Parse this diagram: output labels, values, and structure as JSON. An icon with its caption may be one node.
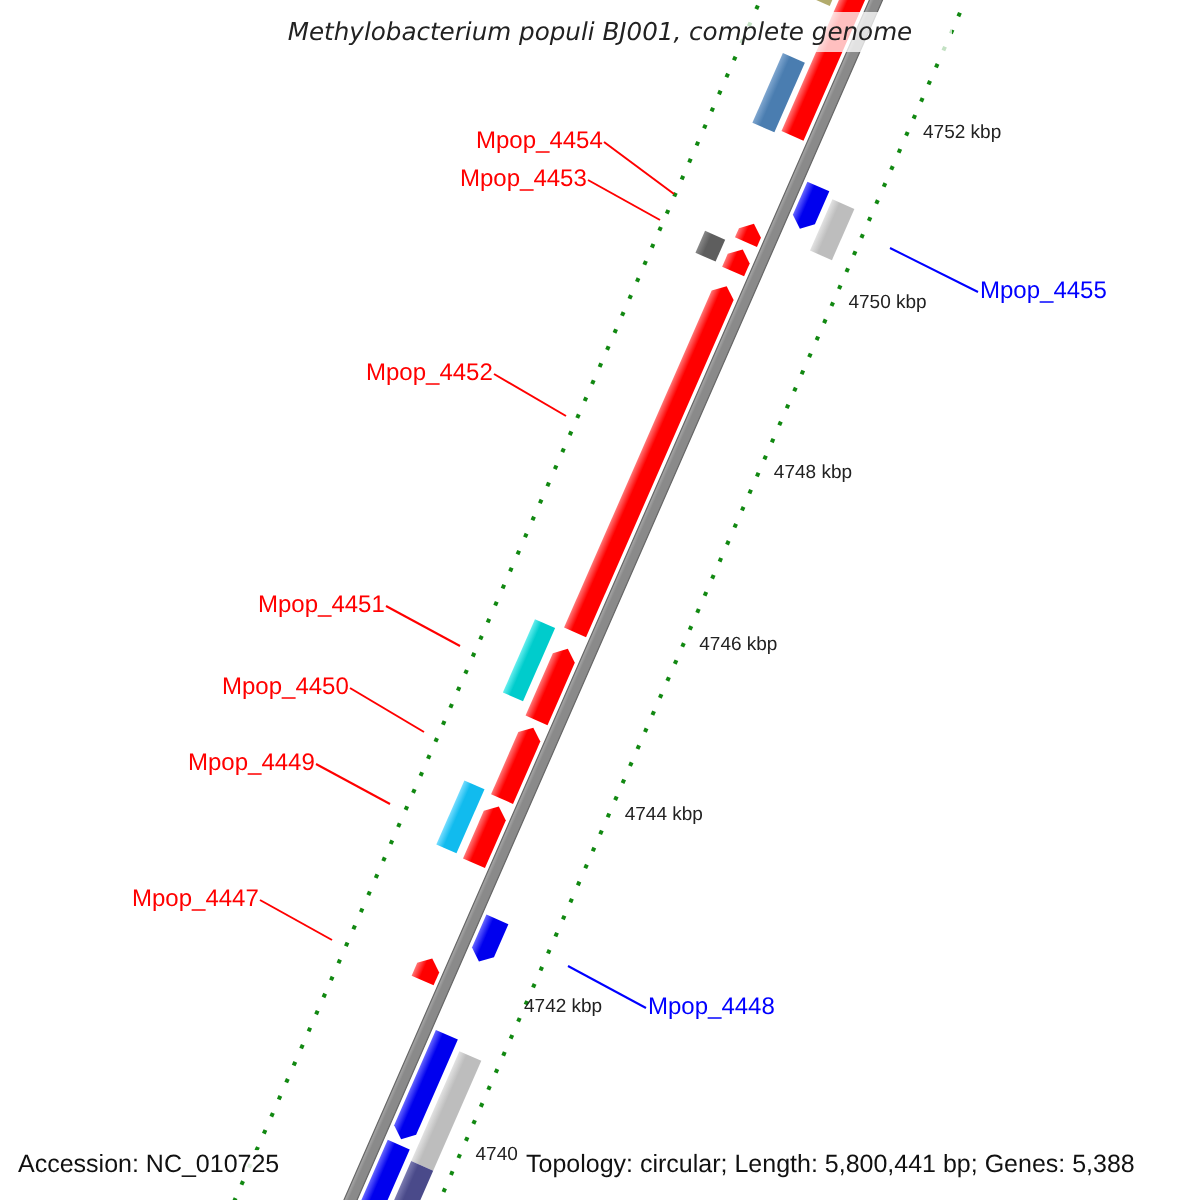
{
  "diagram": {
    "title": "Methylobacterium populi BJ001, complete genome",
    "nodes": [
      {
        "text": [
          "Mpop_4454"
        ]
      },
      {
        "text": [
          "Mpop_4453"
        ]
      },
      {
        "text": [
          "Mpop_4455"
        ]
      },
      {
        "text": [
          "Mpop_4452"
        ]
      },
      {
        "text": [
          "Mpop_4451"
        ]
      },
      {
        "text": [
          "Mpop_4450"
        ]
      },
      {
        "text": [
          "Mpop_4449"
        ]
      },
      {
        "text": [
          "Mpop_4447"
        ]
      },
      {
        "text": [
          "Mpop_4448"
        ]
      }
    ],
    "edges": [
      {
        "from": 0,
        "to": null,
        "arrow": "none"
      },
      {
        "from": 1,
        "to": null,
        "arrow": "none"
      },
      {
        "from": 2,
        "to": null,
        "arrow": "none",
        "color": "#0000ff"
      },
      {
        "from": 3,
        "to": null,
        "arrow": "none"
      },
      {
        "from": 4,
        "to": null,
        "arrow": "none"
      },
      {
        "from": 5,
        "to": null,
        "arrow": "none"
      },
      {
        "from": 6,
        "to": null,
        "arrow": "none"
      },
      {
        "from": 7,
        "to": null,
        "arrow": "none"
      },
      {
        "from": 8,
        "to": null,
        "arrow": "none",
        "color": "#0000ff"
      }
    ],
    "labels": [
      "4752 kbp",
      "4750 kbp",
      "4748 kbp",
      "4746 kbp",
      "4744 kbp",
      "4742 kbp",
      "4740",
      "Accession: NC_010725",
      "Topology: circular; Length: 5,800,441 bp; Genes: 5,388"
    ]
  }
}
